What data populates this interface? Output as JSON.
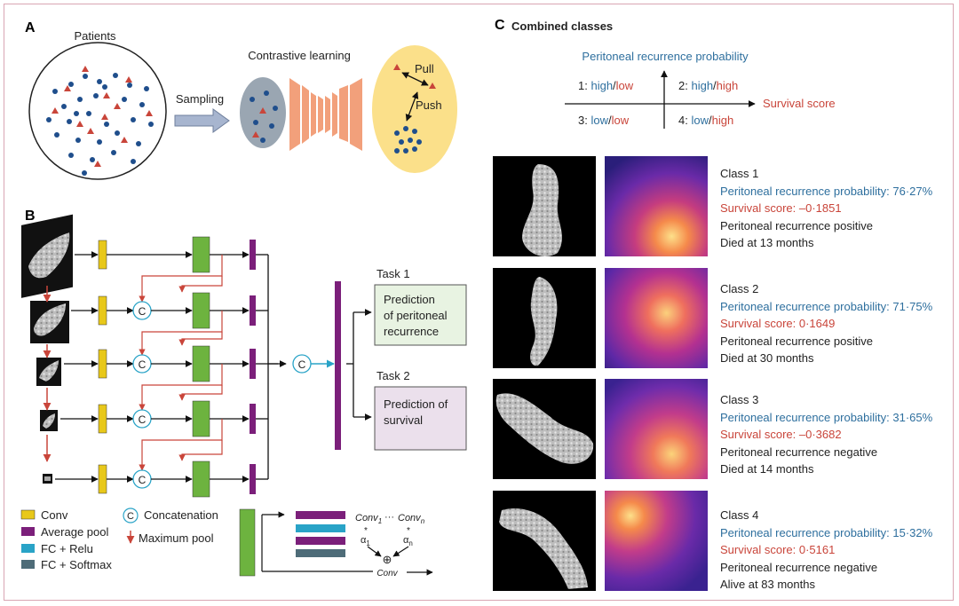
{
  "panel_a": {
    "letter": "A",
    "patients_label": "Patients",
    "sampling_label": "Sampling",
    "contrastive_label": "Contrastive learning",
    "pull_label": "Pull",
    "push_label": "Push"
  },
  "panel_b": {
    "letter": "B",
    "task1_title": "Task 1",
    "task1_text_lines": [
      "Prediction",
      "of peritoneal",
      "recurrence"
    ],
    "task2_title": "Task 2",
    "task2_text_lines": [
      "Prediction of",
      "survival"
    ],
    "concat_symbol": "C",
    "legend": {
      "conv": "Conv",
      "avgpool": "Average pool",
      "fc_relu": "FC + Relu",
      "fc_softmax": "FC + Softmax",
      "concatenation": "Concatenation",
      "maxpool": "Maximum pool"
    },
    "formula": {
      "conv_first": "Conv",
      "conv_first_sub": "1",
      "ellipsis": "···",
      "conv_last": "Conv",
      "conv_last_sub": "n",
      "alpha_first": "α",
      "alpha_first_sub": "1",
      "alpha_last": "α",
      "alpha_last_sub": "n",
      "mult": "*",
      "plus": "⊕",
      "result": "Conv"
    }
  },
  "panel_c": {
    "letter": "C",
    "title": "Combined classes",
    "y_axis_label": "Peritoneal recurrence probability",
    "x_axis_label": "Survival score",
    "quadrants": [
      {
        "num": "1:",
        "first": "high",
        "sep": "/",
        "second": "low"
      },
      {
        "num": "2:",
        "first": "high",
        "sep": "/",
        "second": "high"
      },
      {
        "num": "3:",
        "first": "low",
        "sep": "/",
        "second": "low"
      },
      {
        "num": "4:",
        "first": "low",
        "sep": "/",
        "second": "high"
      }
    ],
    "classes": [
      {
        "name": "Class 1",
        "prob": "Peritoneal recurrence probability: 76·27%",
        "survival": "Survival score: –0·1851",
        "recurrence": "Peritoneal recurrence positive",
        "outcome": "Died at 13 months"
      },
      {
        "name": "Class 2",
        "prob": "Peritoneal recurrence probability: 71·75%",
        "survival": "Survival score: 0·1649",
        "recurrence": "Peritoneal recurrence positive",
        "outcome": "Died at 30 months"
      },
      {
        "name": "Class 3",
        "prob": "Peritoneal recurrence probability: 31·65%",
        "survival": "Survival score: –0·3682",
        "recurrence": "Peritoneal recurrence negative",
        "outcome": "Died at 14 months"
      },
      {
        "name": "Class 4",
        "prob": "Peritoneal recurrence probability: 15·32%",
        "survival": "Survival score: 0·5161",
        "recurrence": "Peritoneal recurrence negative",
        "outcome": "Alive at 83 months"
      }
    ]
  },
  "colors": {
    "conv": "#e8c81a",
    "avgpool": "#7b1f7a",
    "fc_relu": "#29a3c7",
    "fc_softmax": "#4e6c78",
    "green_block": "#6db33f",
    "maxpool_arrow": "#c9453a",
    "blue_text": "#2e6f9e",
    "red_text": "#c9453a",
    "task1_fill": "#e8f3e2",
    "task2_fill": "#ebe0ec",
    "blob_yellow": "#fbe08a",
    "blob_grey": "#9aa6b2",
    "encoder": "#f2a07b"
  }
}
